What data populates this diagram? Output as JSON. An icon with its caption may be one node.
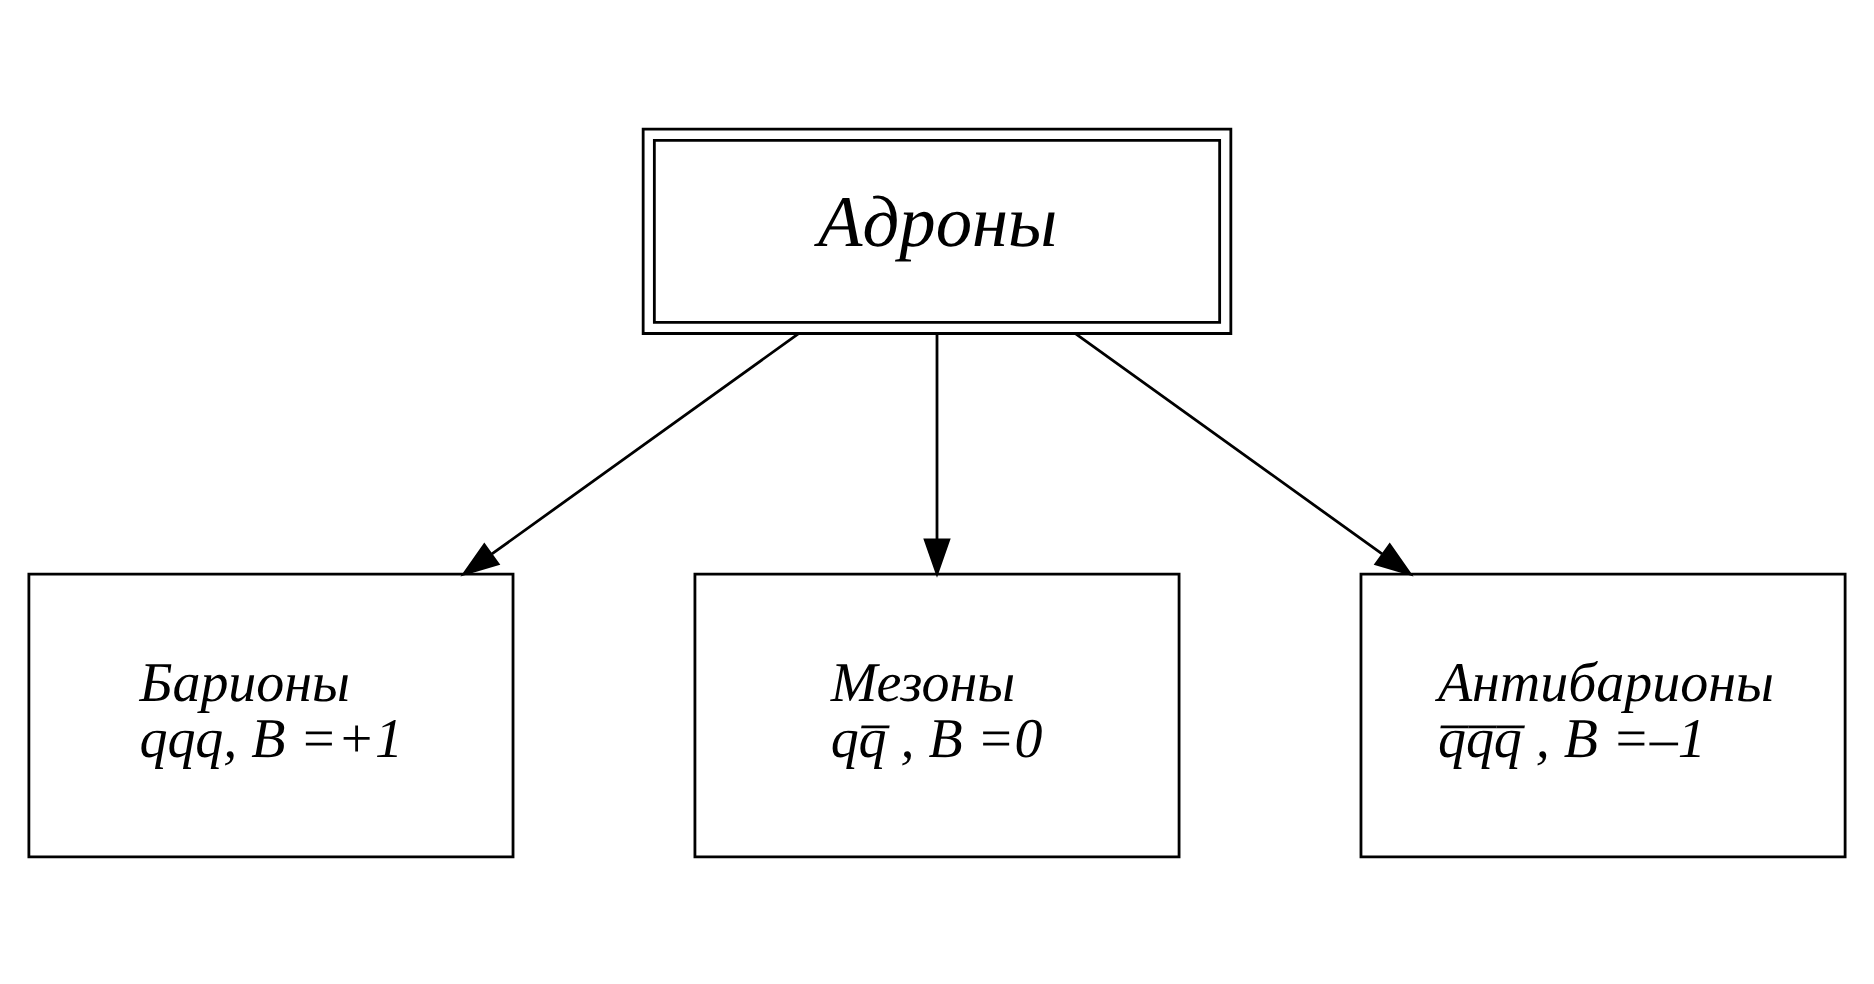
{
  "diagram": {
    "nodes": [
      {
        "text": [
          "Адроны"
        ]
      },
      {
        "text": [
          "Барионы",
          "qqq, B =+1"
        ]
      },
      {
        "text": [
          "Мезоны",
          "qq̅ , B =0"
        ]
      },
      {
        "text": [
          "Антибарионы",
          "q̅q̅q̅ , B =–1"
        ]
      }
    ],
    "edges": [
      {
        "from": 0,
        "to": 1,
        "arrow": "to"
      },
      {
        "from": 0,
        "to": 2,
        "arrow": "to"
      },
      {
        "from": 0,
        "to": 3,
        "arrow": "to"
      }
    ]
  }
}
